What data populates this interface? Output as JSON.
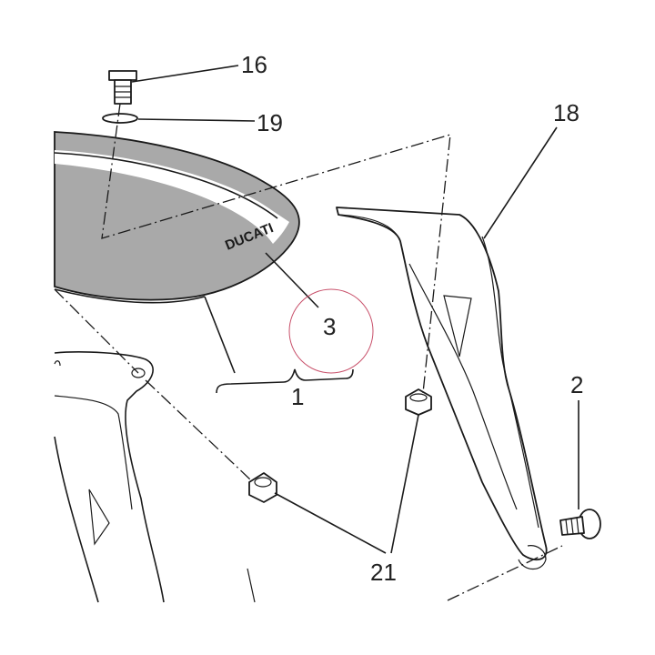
{
  "brand_text": "DUCATI",
  "callouts": {
    "c16": "16",
    "c19": "19",
    "c18": "18",
    "c3": "3",
    "c1": "1",
    "c2": "2",
    "c21": "21"
  },
  "colors": {
    "ink": "#1a1a1a",
    "tail_fill": "#a9a9a9",
    "highlight_circle": "#c8506a"
  }
}
